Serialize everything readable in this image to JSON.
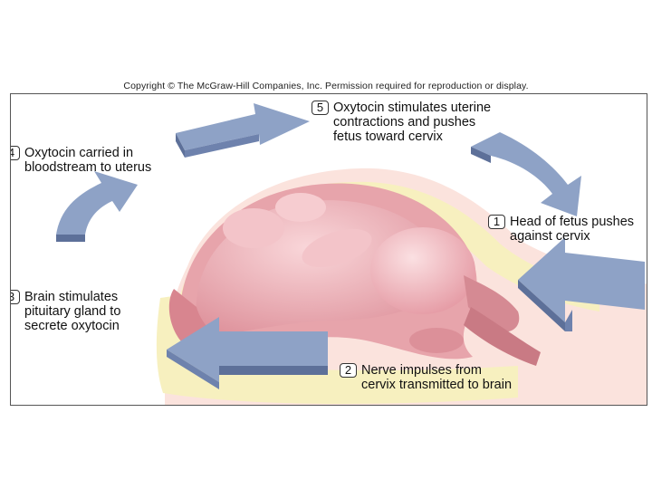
{
  "copyright": "Copyright © The McGraw-Hill Companies, Inc. Permission required for reproduction or display.",
  "steps": [
    {
      "number": "1",
      "text": "Head of fetus pushes\nagainst cervix"
    },
    {
      "number": "2",
      "text": "Nerve impulses from\ncervix transmitted to brain"
    },
    {
      "number": "3",
      "text": "Brain stimulates\npituitary gland to\nsecrete oxytocin"
    },
    {
      "number": "4",
      "text": "Oxytocin carried in\nbloodstream to uterus"
    },
    {
      "number": "5",
      "text": "Oxytocin stimulates uterine\ncontractions and pushes\nfetus toward cervix"
    }
  ],
  "colors": {
    "arrow": "#8ea2c6",
    "arrow_edge": "#5d7099",
    "fetus": "#f0b8be",
    "uterus_wall": "#e7a4ab",
    "skin": "#fbe3dd",
    "fat_layer": "#f7f0bf"
  }
}
